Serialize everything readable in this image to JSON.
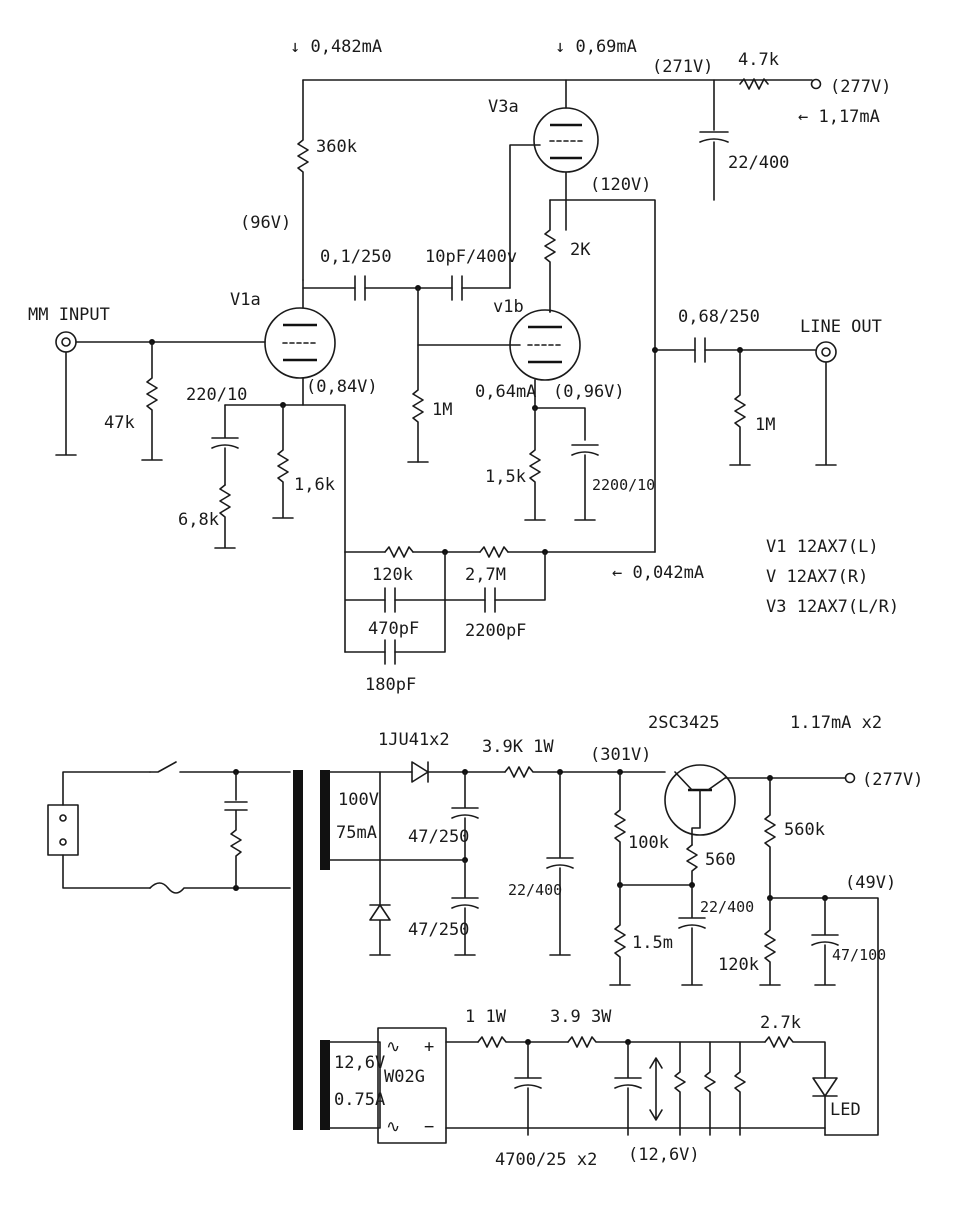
{
  "labels": {
    "i_360k": "↓ 0,482mA",
    "i_v3": "↓ 0,69mA",
    "v_271": "(271V)",
    "r_47k": "4.7k",
    "v_277_top": "(277V)",
    "i_117": "← 1,17mA",
    "v3a": "V3a",
    "c_22_400_top": "22/400",
    "r_360k": "360k",
    "v_120": "(120V)",
    "v_96": "(96V)",
    "c_01_250": "0,1/250",
    "c_10pf": "10pF/400v",
    "r_2k": "2K",
    "v1a": "V1a",
    "v1b": "v1b",
    "mm_input": "MM INPUT",
    "c_068_250": "0,68/250",
    "line_out": "LINE OUT",
    "c_220_10": "220/10",
    "v_084": "(0,84V)",
    "i_064": "0,64mA",
    "v_096": "(0,96V)",
    "r_47k_in": "47k",
    "r_1m_mid": "1M",
    "r_1m_out": "1M",
    "r_16k": "1,6k",
    "r_15k": "1,5k",
    "c_2200_10": "2200/10",
    "r_68k": "6,8k",
    "r_120k": "120k",
    "r_27m": "2,7M",
    "i_0042": "← 0,042mA",
    "c_470pf": "470pF",
    "c_2200pf": "2200pF",
    "c_180pf": "180pF",
    "tube_v1": "V1  12AX7(L)",
    "tube_v": "V   12AX7(R)",
    "tube_v3": "V3  12AX7(L/R)",
    "d_1ju41": "1JU41x2",
    "r_39k": "3.9K 1W",
    "v_301": "(301V)",
    "q_2sc": "2SC3425",
    "i_117x2": "1.17mA x2",
    "v_277_ps": "(277V)",
    "t_100v": "100V",
    "t_75ma": "75mA",
    "c_47_250_a": "47/250",
    "c_22_400_ps": "22/400",
    "r_100k": "100k",
    "r_560": "560",
    "r_560k": "560k",
    "v_49": "(49V)",
    "c_47_250_b": "47/250",
    "c_22_400_ps2": "22/400",
    "r_15m": "1.5m",
    "r_120k_ps": "120k",
    "c_47_100": "47/100",
    "r_1w": "1 1W",
    "r_393w": "3.9 3W",
    "r_27k_led": "2.7k",
    "t_126v": "12,6V",
    "t_075a": "0.75A",
    "bridge": "W02G",
    "led": "LED",
    "c_4700": "4700/25 x2",
    "v_126": "(12,6V)"
  }
}
